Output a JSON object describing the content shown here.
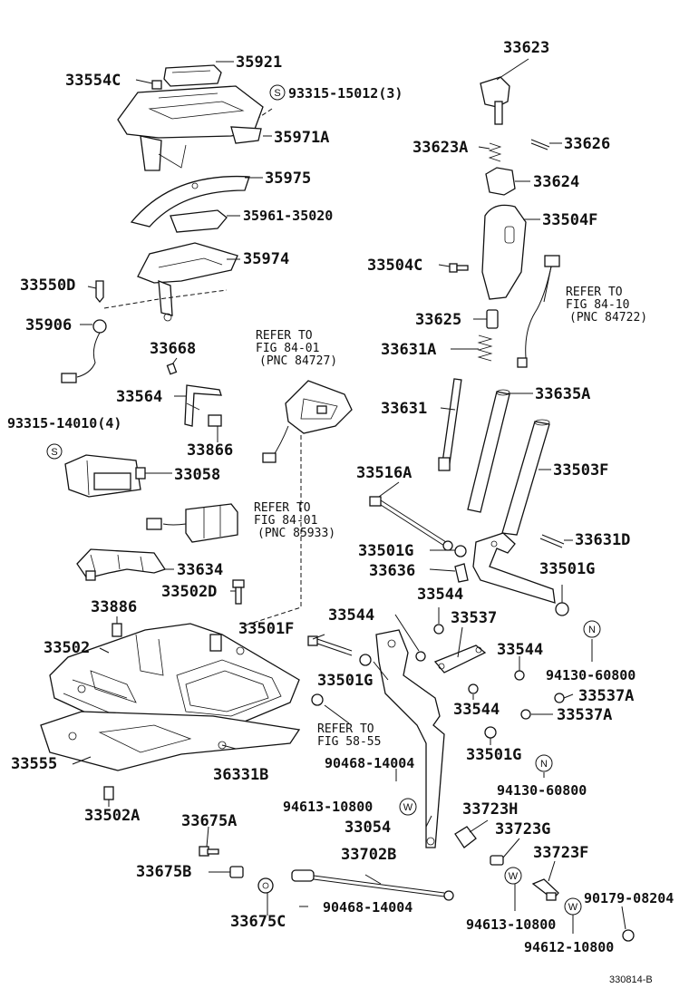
{
  "labels": {
    "p35921": "35921",
    "p33554C": "33554C",
    "p93315_15012": "93315-15012(3)",
    "p35971A": "35971A",
    "p35975": "35975",
    "p35961": "35961-35020",
    "p35974": "35974",
    "p33550D": "33550D",
    "p35906": "35906",
    "p33668": "33668",
    "p33564": "33564",
    "p33866": "33866",
    "p93315_14010": "93315-14010(4)",
    "p33058": "33058",
    "p33634": "33634",
    "p33502D": "33502D",
    "p33886": "33886",
    "p33501F": "33501F",
    "p33502": "33502",
    "p33555": "33555",
    "p36331B": "36331B",
    "p33502A": "33502A",
    "p33675A": "33675A",
    "p33675B": "33675B",
    "p33675C": "33675C",
    "p33623": "33623",
    "p33623A": "33623A",
    "p33626": "33626",
    "p33624": "33624",
    "p33504F": "33504F",
    "p33504C": "33504C",
    "p33625": "33625",
    "p33631A": "33631A",
    "p33631": "33631",
    "p33635A": "33635A",
    "p33503F": "33503F",
    "p33516A": "33516A",
    "p33501G_a": "33501G",
    "p33636": "33636",
    "p33631D": "33631D",
    "p33501G_b": "33501G",
    "p33544_a": "33544",
    "p33537": "33537",
    "p33544_b": "33544",
    "p33501G_c": "33501G",
    "p94130_a": "94130-60800",
    "p33544_c": "33544",
    "p33537A_a": "33537A",
    "p33537A_b": "33537A",
    "p33501G_d": "33501G",
    "p94130_b": "94130-60800",
    "p90468_a": "90468-14004",
    "p94613_a": "94613-10800",
    "p33054": "33054",
    "p33723H": "33723H",
    "p33723G": "33723G",
    "p33723F": "33723F",
    "p33702B": "33702B",
    "p90468_b": "90468-14004",
    "p90179": "90179-08204",
    "p94613_b": "94613-10800",
    "p94612": "94612-10800"
  },
  "references": {
    "r1_line1": "REFER TO",
    "r1_line2": "FIG 84-10",
    "r1_line3": "(PNC 84722)",
    "r2_line1": "REFER TO",
    "r2_line2": "FIG 84-01",
    "r2_line3": "(PNC 84727)",
    "r3_line1": "REFER TO",
    "r3_line2": "FIG 84-01",
    "r3_line3": "(PNC 85933)",
    "r4_line1": "REFER TO",
    "r4_line2": "FIG 58-55"
  },
  "symbols": {
    "S": "S",
    "N": "N",
    "W": "W"
  },
  "diagram_code": "330814-B"
}
